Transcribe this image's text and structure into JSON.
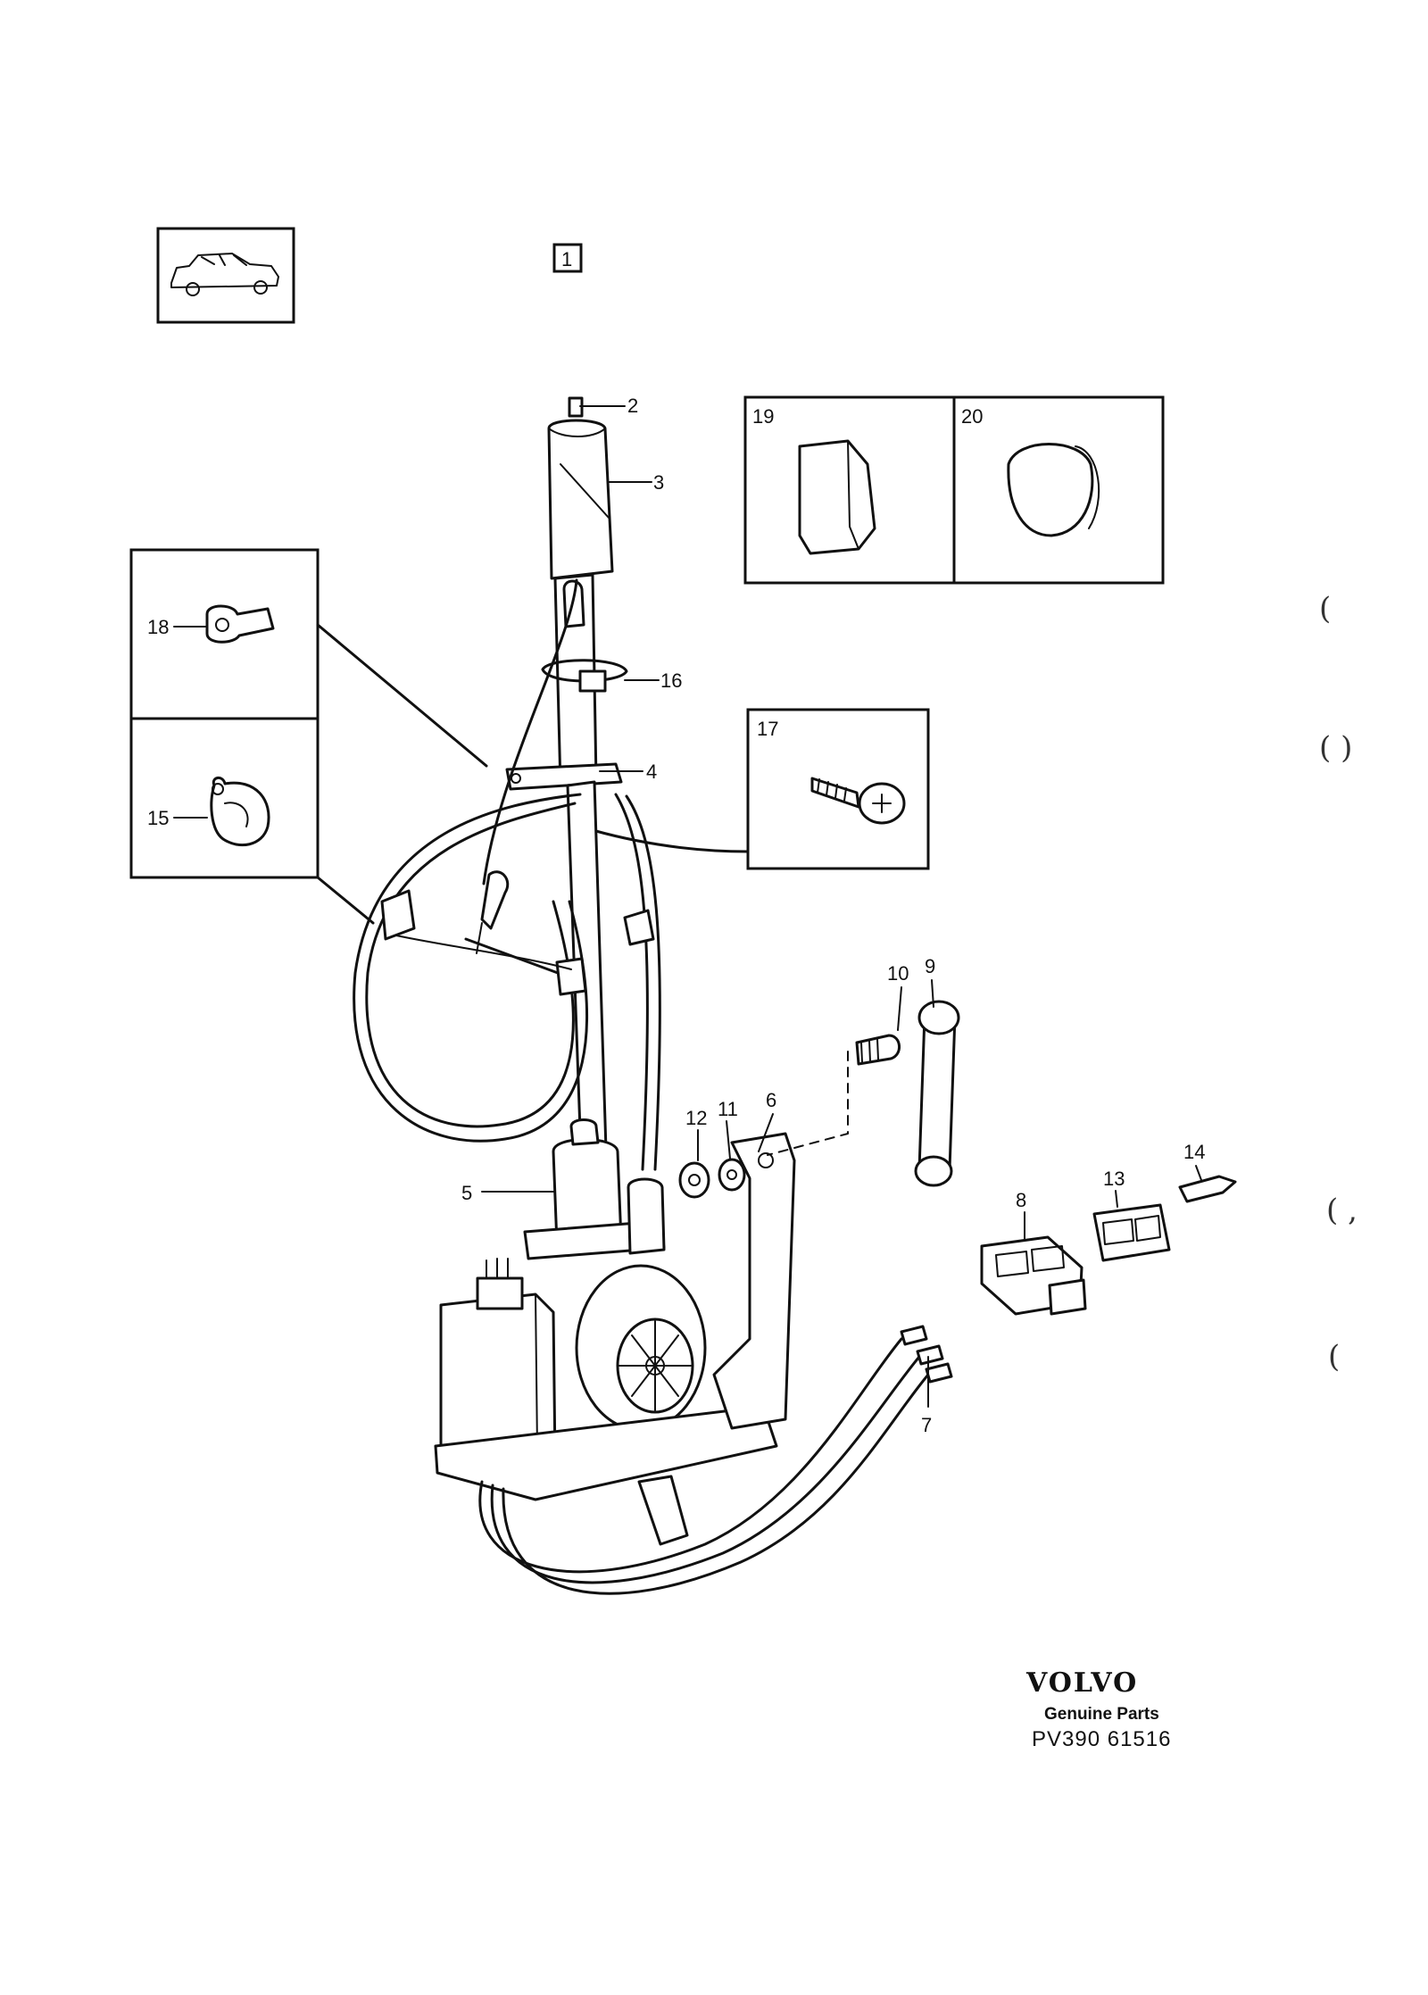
{
  "diagram": {
    "group_number": "1",
    "callouts": {
      "p2": "2",
      "p3": "3",
      "p4": "4",
      "p5": "5",
      "p6": "6",
      "p7": "7",
      "p8": "8",
      "p9": "9",
      "p10": "10",
      "p11": "11",
      "p12": "12",
      "p13": "13",
      "p14": "14",
      "p15": "15",
      "p16": "16",
      "p17": "17",
      "p18": "18",
      "p19": "19",
      "p20": "20"
    }
  },
  "branding": {
    "logo": "VOLVO",
    "tagline": "Genuine Parts",
    "reference": "PV390  61516"
  },
  "margin_marks": [
    "(",
    "( )",
    "( ,",
    "("
  ]
}
